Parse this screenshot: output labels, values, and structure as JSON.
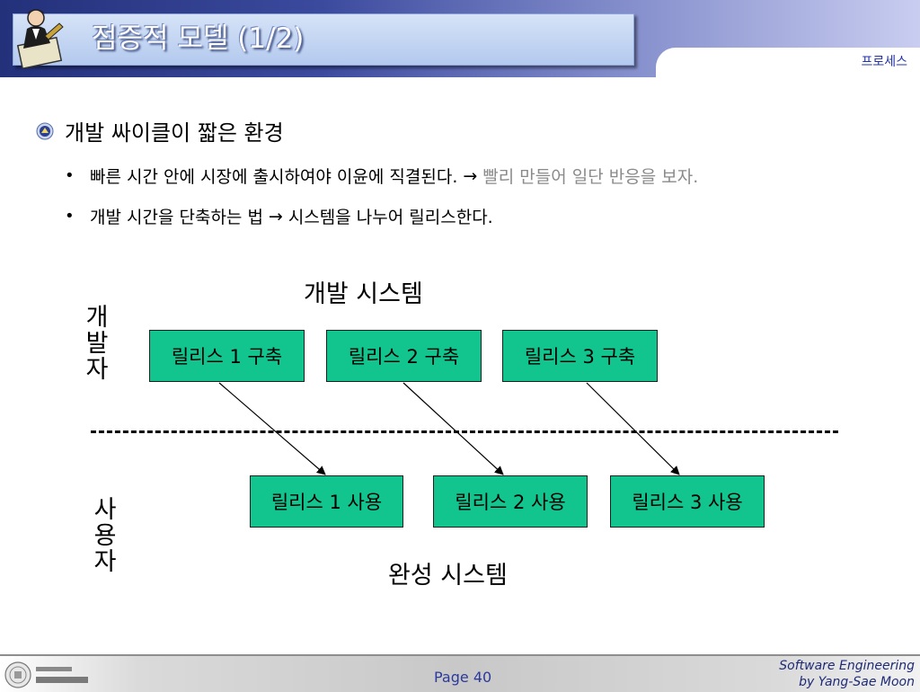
{
  "header": {
    "title": "점증적 모델 (1/2)",
    "section": "프로세스"
  },
  "bullets": {
    "main": "개발 싸이클이 짧은 환경",
    "sub": [
      {
        "text": "빠른 시간 안에 시장에 출시하여야 이윤에 직결된다.",
        "arrow": "→",
        "extra": "빨리 만들어 일단 반응을 보자."
      },
      {
        "text_before": "개발 시간을 단축하는 법",
        "arrow": "→",
        "text_after": "시스템을 나누어 릴리스한다."
      }
    ]
  },
  "diagram": {
    "top_title": "개발 시스템",
    "bottom_title": "완성 시스템",
    "developer_label": [
      "개",
      "발",
      "자"
    ],
    "user_label": [
      "사",
      "용",
      "자"
    ],
    "build_boxes": [
      "릴리스 1 구축",
      "릴리스 2 구축",
      "릴리스 3 구축"
    ],
    "use_boxes": [
      "릴리스 1 사용",
      "릴리스 2 사용",
      "릴리스 3 사용"
    ],
    "box_color": "#12c48d"
  },
  "footer": {
    "page": "Page 40",
    "credit_line1": "Software Engineering",
    "credit_line2": "by Yang-Sae Moon"
  }
}
